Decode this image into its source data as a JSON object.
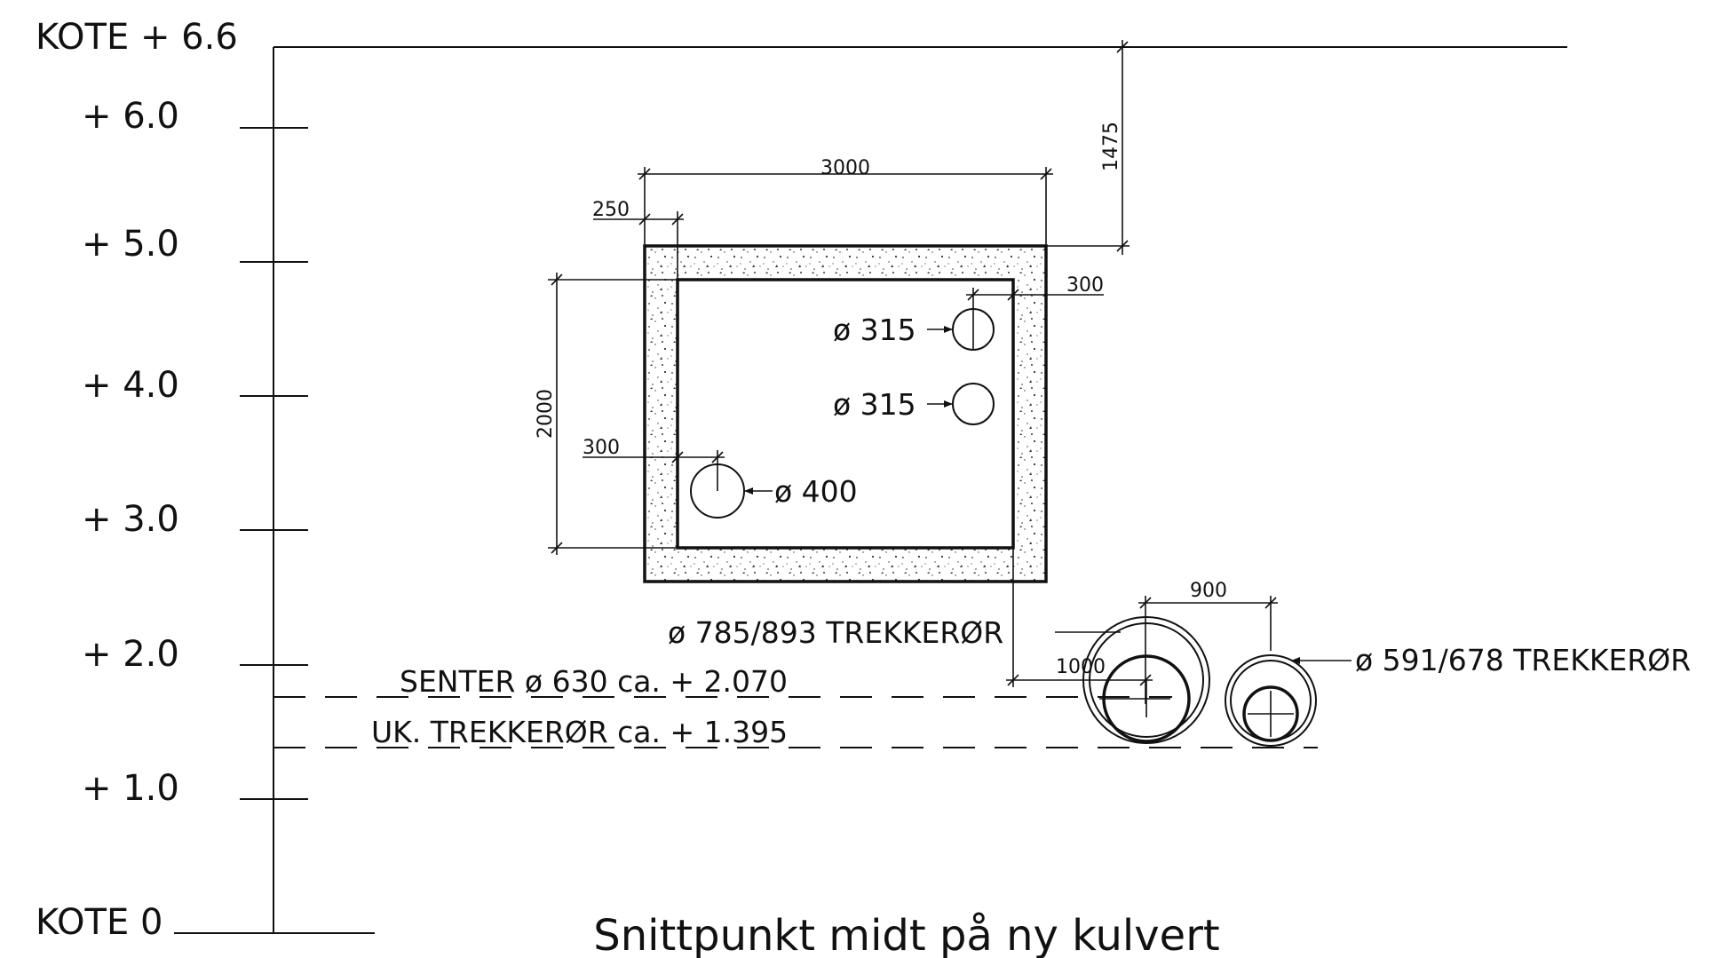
{
  "levels": [
    {
      "label": "KOTE + 6.6"
    },
    {
      "label": "+ 6.0"
    },
    {
      "label": "+ 5.0"
    },
    {
      "label": "+ 4.0"
    },
    {
      "label": "+ 3.0"
    },
    {
      "label": "+ 2.0"
    },
    {
      "label": "+ 1.0"
    },
    {
      "label": "KOTE 0"
    }
  ],
  "dimensions": {
    "culvert_width": "3000",
    "wall_thickness": "250",
    "depth_to_top": "1475",
    "inner_height": "2000",
    "pipe_offset_right": "300",
    "pipe_offset_left": "300",
    "pipe_spacing": "900",
    "pipe_offset_culvert": "1000"
  },
  "pipes": {
    "upper_1": "ø 315",
    "upper_2": "ø 315",
    "lower": "ø 400",
    "duct_large": "ø 785/893 TREKKERØR",
    "duct_small": "ø 591/678 TREKKERØR"
  },
  "reference_lines": {
    "center_label": "SENTER ø 630 ca. + 2.070",
    "bottom_label": "UK. TREKKERØR ca. + 1.395"
  },
  "title": "Snittpunkt midt på ny kulvert",
  "colors": {
    "ink": "#111111",
    "background": "#ffffff"
  }
}
